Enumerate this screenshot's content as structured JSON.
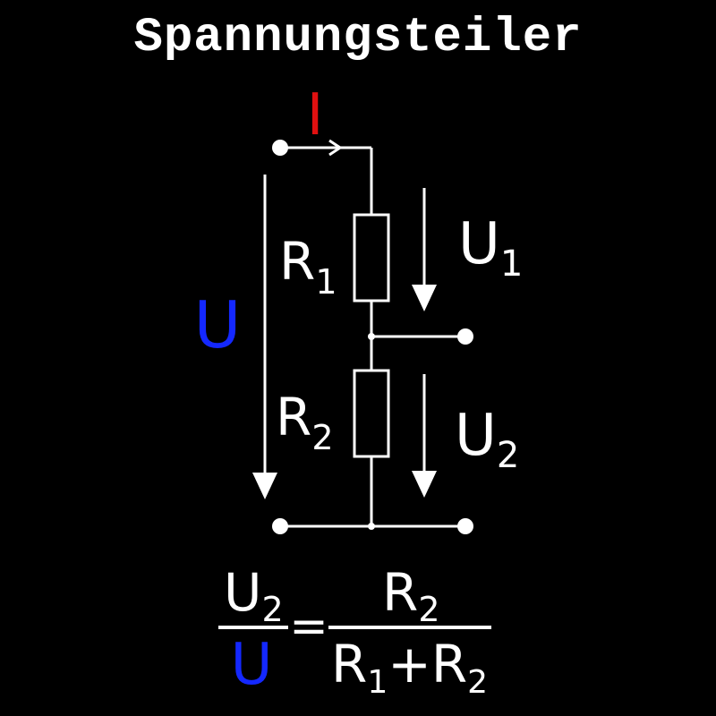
{
  "title": "Spannungsteiler",
  "colors": {
    "background": "#000000",
    "wire": "#ffffff",
    "current": "#e01010",
    "total_voltage": "#1428ff"
  },
  "labels": {
    "current": "I",
    "total_voltage": "U",
    "r1": {
      "main": "R",
      "sub": "1"
    },
    "r2": {
      "main": "R",
      "sub": "2"
    },
    "u1": {
      "main": "U",
      "sub": "1"
    },
    "u2": {
      "main": "U",
      "sub": "2"
    }
  },
  "formula": {
    "lhs_num": {
      "main": "U",
      "sub": "2"
    },
    "lhs_den": "U",
    "equals": "=",
    "rhs_num": {
      "main": "R",
      "sub": "2"
    },
    "rhs_den": {
      "t1": "R",
      "s1": "1",
      "plus": "+",
      "t2": "R",
      "s2": "2"
    }
  }
}
